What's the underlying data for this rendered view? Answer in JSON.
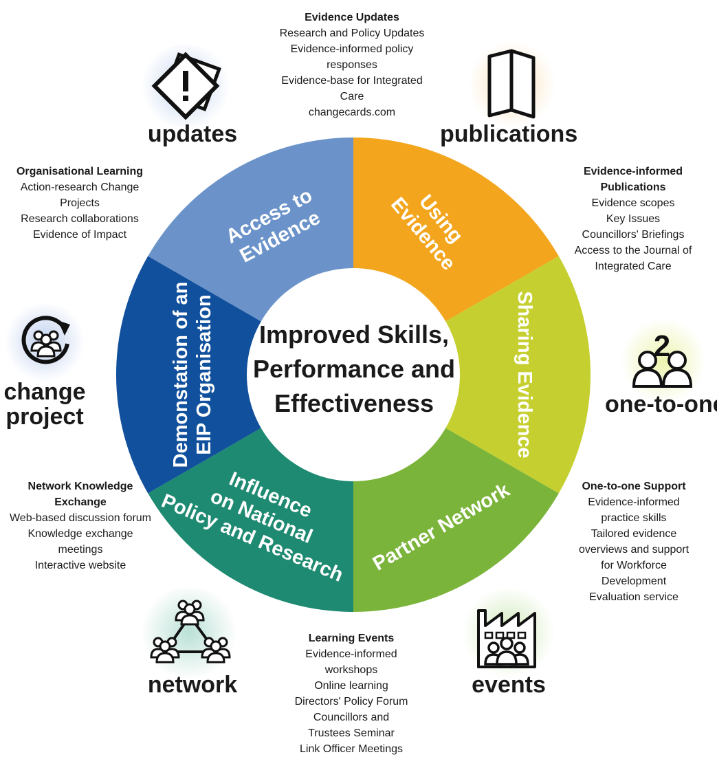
{
  "center": {
    "lines": [
      "Improved Skills,",
      "Performance and",
      "Effectiveness"
    ]
  },
  "segments": [
    {
      "lines": [
        "Access to",
        "Evidence"
      ],
      "color": "#6b93c9"
    },
    {
      "lines": [
        "Using",
        "Evidence"
      ],
      "color": "#f3a51d"
    },
    {
      "lines": [
        "Sharing Evidence"
      ],
      "color": "#c5d030"
    },
    {
      "lines": [
        "Partner Network"
      ],
      "color": "#7bb43a"
    },
    {
      "lines": [
        "Influence",
        "on National",
        "Policy and Research"
      ],
      "color": "#1e8a71"
    },
    {
      "lines": [
        "Demonstation of an",
        "EIP Organisation"
      ],
      "color": "#11509c"
    }
  ],
  "icons": {
    "updates": {
      "label": "updates",
      "icon": "alert-sign-icon"
    },
    "publications": {
      "label": "publications",
      "icon": "folded-leaflet-icon"
    },
    "one_to_one": {
      "label": "one-to-one",
      "badge": "2",
      "icon": "two-people-icon"
    },
    "events": {
      "label": "events",
      "icon": "factory-people-icon"
    },
    "network": {
      "label": "network",
      "icon": "people-network-icon"
    },
    "change_project": {
      "label_line1": "change",
      "label_line2": "project",
      "icon": "cycle-group-icon"
    }
  },
  "blocks": {
    "evidence_updates": {
      "title": "Evidence Updates",
      "items": [
        "Research and Policy Updates",
        "Evidence-informed policy",
        "responses",
        "Evidence-base for Integrated",
        "Care",
        "changecards.com"
      ]
    },
    "publications": {
      "title_lines": [
        "Evidence-informed",
        "Publications"
      ],
      "items": [
        "Evidence scopes",
        "Key Issues",
        "Councillors' Briefings",
        "Access to the Journal of",
        "Integrated Care"
      ]
    },
    "one_to_one_support": {
      "title": "One-to-one Support",
      "items": [
        "Evidence-informed",
        "practice skills",
        "Tailored evidence",
        "overviews and support",
        "for Workforce",
        "Development",
        "Evaluation service"
      ]
    },
    "learning_events": {
      "title": "Learning Events",
      "items": [
        "Evidence-informed",
        "workshops",
        "Online learning",
        "Directors' Policy Forum",
        "Councillors and",
        "Trustees Seminar",
        "Link Officer Meetings"
      ]
    },
    "network_exchange": {
      "title_lines": [
        "Network Knowledge",
        "Exchange"
      ],
      "items": [
        "Web-based discussion forum",
        "Knowledge exchange",
        "meetings",
        "Interactive website"
      ]
    },
    "organisational_learning": {
      "title": "Organisational Learning",
      "items": [
        "Action-research Change",
        "Projects",
        "Research collaborations",
        "Evidence of Impact"
      ]
    }
  }
}
